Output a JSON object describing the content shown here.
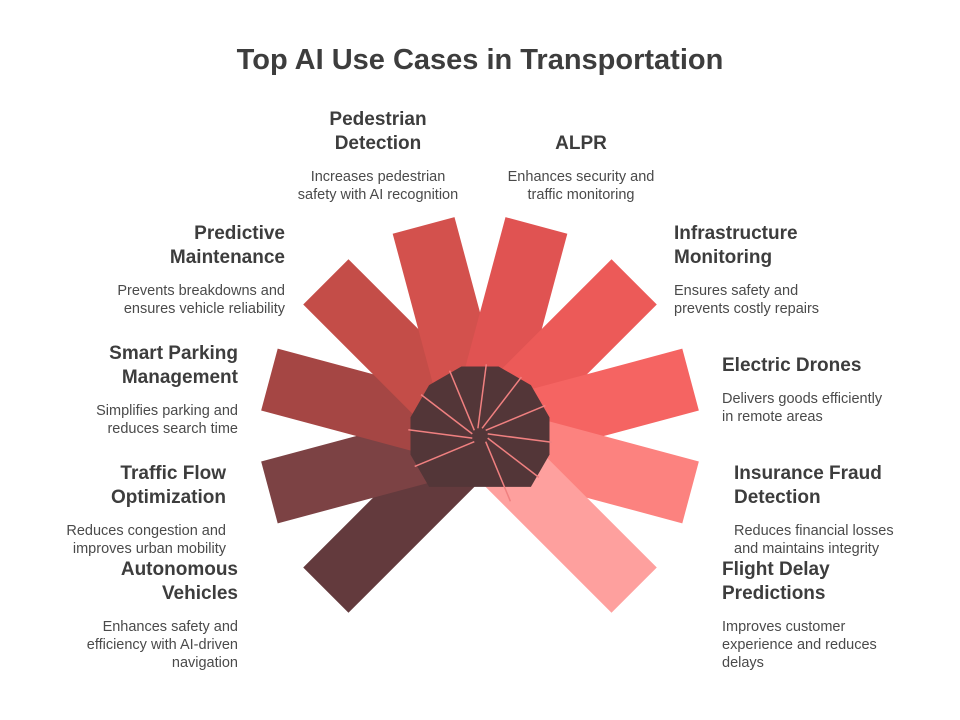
{
  "title": "Top AI Use Cases in Transportation",
  "use_cases": [
    {
      "title": "Autonomous\nVehicles",
      "description": "Enhances safety and\nefficiency with AI-driven\nnavigation",
      "color": "#633a3d"
    },
    {
      "title": "Traffic Flow\nOptimization",
      "description": "Reduces congestion and\nimproves urban mobility",
      "color": "#7c4244"
    },
    {
      "title": "Smart Parking\nManagement",
      "description": "Simplifies parking and\nreduces search time",
      "color": "#a54644"
    },
    {
      "title": "Predictive\nMaintenance",
      "description": "Prevents breakdowns and\nensures vehicle reliability",
      "color": "#c44d48"
    },
    {
      "title": "Pedestrian\nDetection",
      "description": "Increases pedestrian\nsafety with AI recognition",
      "color": "#d3514d"
    },
    {
      "title": "ALPR",
      "description": "Enhances security and\ntraffic monitoring",
      "color": "#e05352"
    },
    {
      "title": "Infrastructure\nMonitoring",
      "description": "Ensures safety and\nprevents costly repairs",
      "color": "#ec5a58"
    },
    {
      "title": "Electric Drones",
      "description": "Delivers goods efficiently\nin remote areas",
      "color": "#f56462"
    },
    {
      "title": "Insurance Fraud\nDetection",
      "description": "Reduces financial losses\nand maintains integrity",
      "color": "#fc827f"
    },
    {
      "title": "Flight Delay\nPredictions",
      "description": "Improves customer\nexperience and reduces\ndelays",
      "color": "#fea09e"
    }
  ],
  "colors": {
    "center": "#533638",
    "outline": "#f08080"
  }
}
